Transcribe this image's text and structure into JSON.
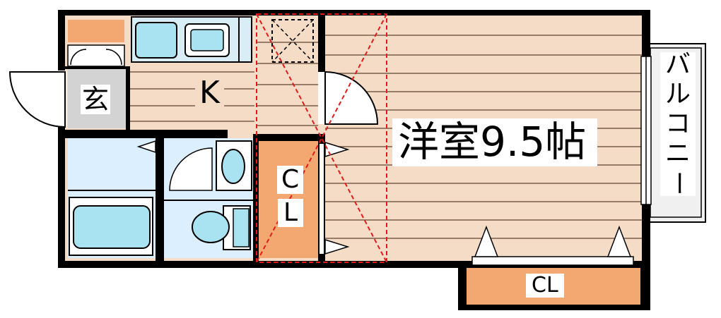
{
  "floorplan": {
    "rooms": {
      "western_room": "洋室9.5帖",
      "kitchen": "K",
      "entrance": "玄",
      "closet_main": [
        "C",
        "L"
      ],
      "closet_lower": "CL",
      "balcony": [
        "バ",
        "ル",
        "コ",
        "ニ",
        "ー"
      ]
    },
    "colors": {
      "wall": "#000000",
      "floor_wood": "#f5dcc6",
      "floor_line": "#7a5c48",
      "closet": "#f2a870",
      "wet_area": "#dcefff",
      "fixture": "#a9e3f2",
      "entrance": "#d3d3d3",
      "balcony": "#f0f0f0",
      "loft_marker": "#e41a1a"
    },
    "icons": [
      "door-swing-icon",
      "sink-icon",
      "bathtub-icon",
      "toilet-icon",
      "washbasin-icon",
      "vent-icon",
      "loft-ladder-marker"
    ]
  }
}
